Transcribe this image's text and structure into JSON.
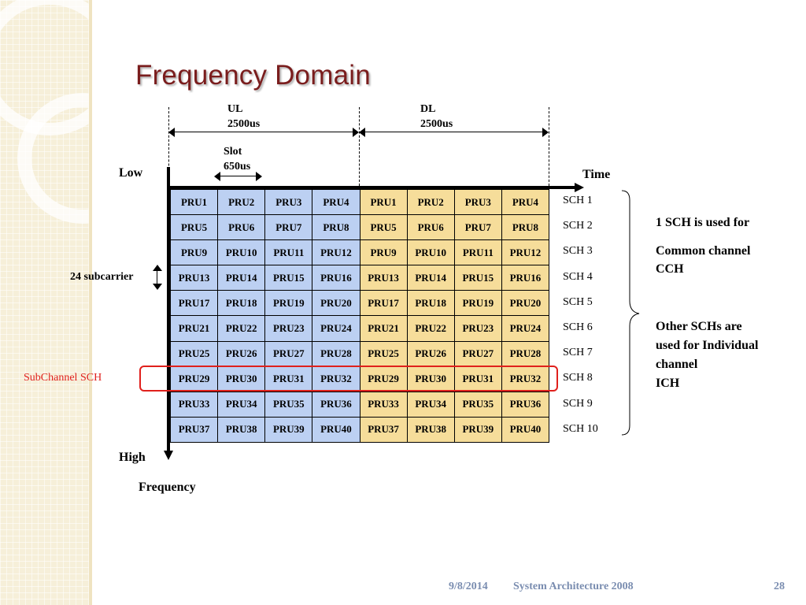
{
  "title": "Frequency Domain",
  "ul": {
    "name": "UL",
    "duration": "2500us"
  },
  "dl": {
    "name": "DL",
    "duration": "2500us"
  },
  "slot": {
    "name": "Slot",
    "duration": "650us"
  },
  "axis": {
    "low": "Low",
    "high": "High",
    "time": "Time",
    "frequency": "Frequency"
  },
  "subcarrier_label": "24 subcarrier",
  "subchannel_label": "SubChannel SCH",
  "highlighted_row": "SCH 8",
  "grid": {
    "ul_cells": [
      [
        "PRU1",
        "PRU2",
        "PRU3",
        "PRU4"
      ],
      [
        "PRU5",
        "PRU6",
        "PRU7",
        "PRU8"
      ],
      [
        "PRU9",
        "PRU10",
        "PRU11",
        "PRU12"
      ],
      [
        "PRU13",
        "PRU14",
        "PRU15",
        "PRU16"
      ],
      [
        "PRU17",
        "PRU18",
        "PRU19",
        "PRU20"
      ],
      [
        "PRU21",
        "PRU22",
        "PRU23",
        "PRU24"
      ],
      [
        "PRU25",
        "PRU26",
        "PRU27",
        "PRU28"
      ],
      [
        "PRU29",
        "PRU30",
        "PRU31",
        "PRU32"
      ],
      [
        "PRU33",
        "PRU34",
        "PRU35",
        "PRU36"
      ],
      [
        "PRU37",
        "PRU38",
        "PRU39",
        "PRU40"
      ]
    ],
    "dl_cells": [
      [
        "PRU1",
        "PRU2",
        "PRU3",
        "PRU4"
      ],
      [
        "PRU5",
        "PRU6",
        "PRU7",
        "PRU8"
      ],
      [
        "PRU9",
        "PRU10",
        "PRU11",
        "PRU12"
      ],
      [
        "PRU13",
        "PRU14",
        "PRU15",
        "PRU16"
      ],
      [
        "PRU17",
        "PRU18",
        "PRU19",
        "PRU20"
      ],
      [
        "PRU21",
        "PRU22",
        "PRU23",
        "PRU24"
      ],
      [
        "PRU25",
        "PRU26",
        "PRU27",
        "PRU28"
      ],
      [
        "PRU29",
        "PRU30",
        "PRU31",
        "PRU32"
      ],
      [
        "PRU33",
        "PRU34",
        "PRU35",
        "PRU36"
      ],
      [
        "PRU37",
        "PRU38",
        "PRU39",
        "PRU40"
      ]
    ],
    "ul_color": "#bcd0f2",
    "dl_color": "#f6dd9a"
  },
  "sch_labels": [
    "SCH 1",
    "SCH 2",
    "SCH 3",
    "SCH 4",
    "SCH 5",
    "SCH 6",
    "SCH 7",
    "SCH 8",
    "SCH 9",
    "SCH 10"
  ],
  "notes": {
    "cch": [
      "1 SCH is used for",
      "Common channel",
      "CCH"
    ],
    "ich": [
      "Other SCHs are",
      "used for Individual",
      "channel",
      "ICH"
    ]
  },
  "highlight_color": "#e0201c",
  "footer": {
    "date": "9/8/2014",
    "course": "System Architecture 2008",
    "page": "28"
  }
}
